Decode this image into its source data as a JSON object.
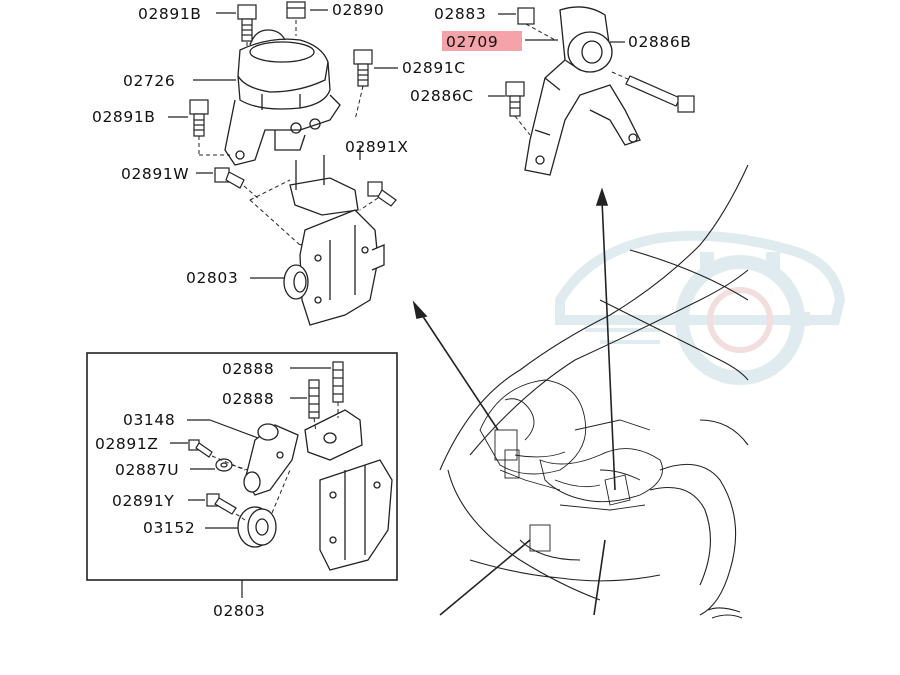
{
  "diagram": {
    "colors": {
      "line": "#222222",
      "highlight": "#f4a3a8",
      "watermark": "#c7dce3"
    },
    "labels": {
      "p02891B_top": "02891B",
      "p02890": "02890",
      "p02883": "02883",
      "p02709": "02709",
      "p02886B": "02886B",
      "p02726": "02726",
      "p02891C": "02891C",
      "p02886C": "02886C",
      "p02891B_mid": "02891B",
      "p02891X": "02891X",
      "p02891W": "02891W",
      "p02803_top": "02803",
      "p02888_a": "02888",
      "p02888_b": "02888",
      "p03148": "03148",
      "p02891Z": "02891Z",
      "p02887U": "02887U",
      "p02891Y": "02891Y",
      "p03152": "03152",
      "p02803_bottom": "02803"
    },
    "highlighted_part": "02709",
    "watermark_logo": "car-gear-logo"
  }
}
